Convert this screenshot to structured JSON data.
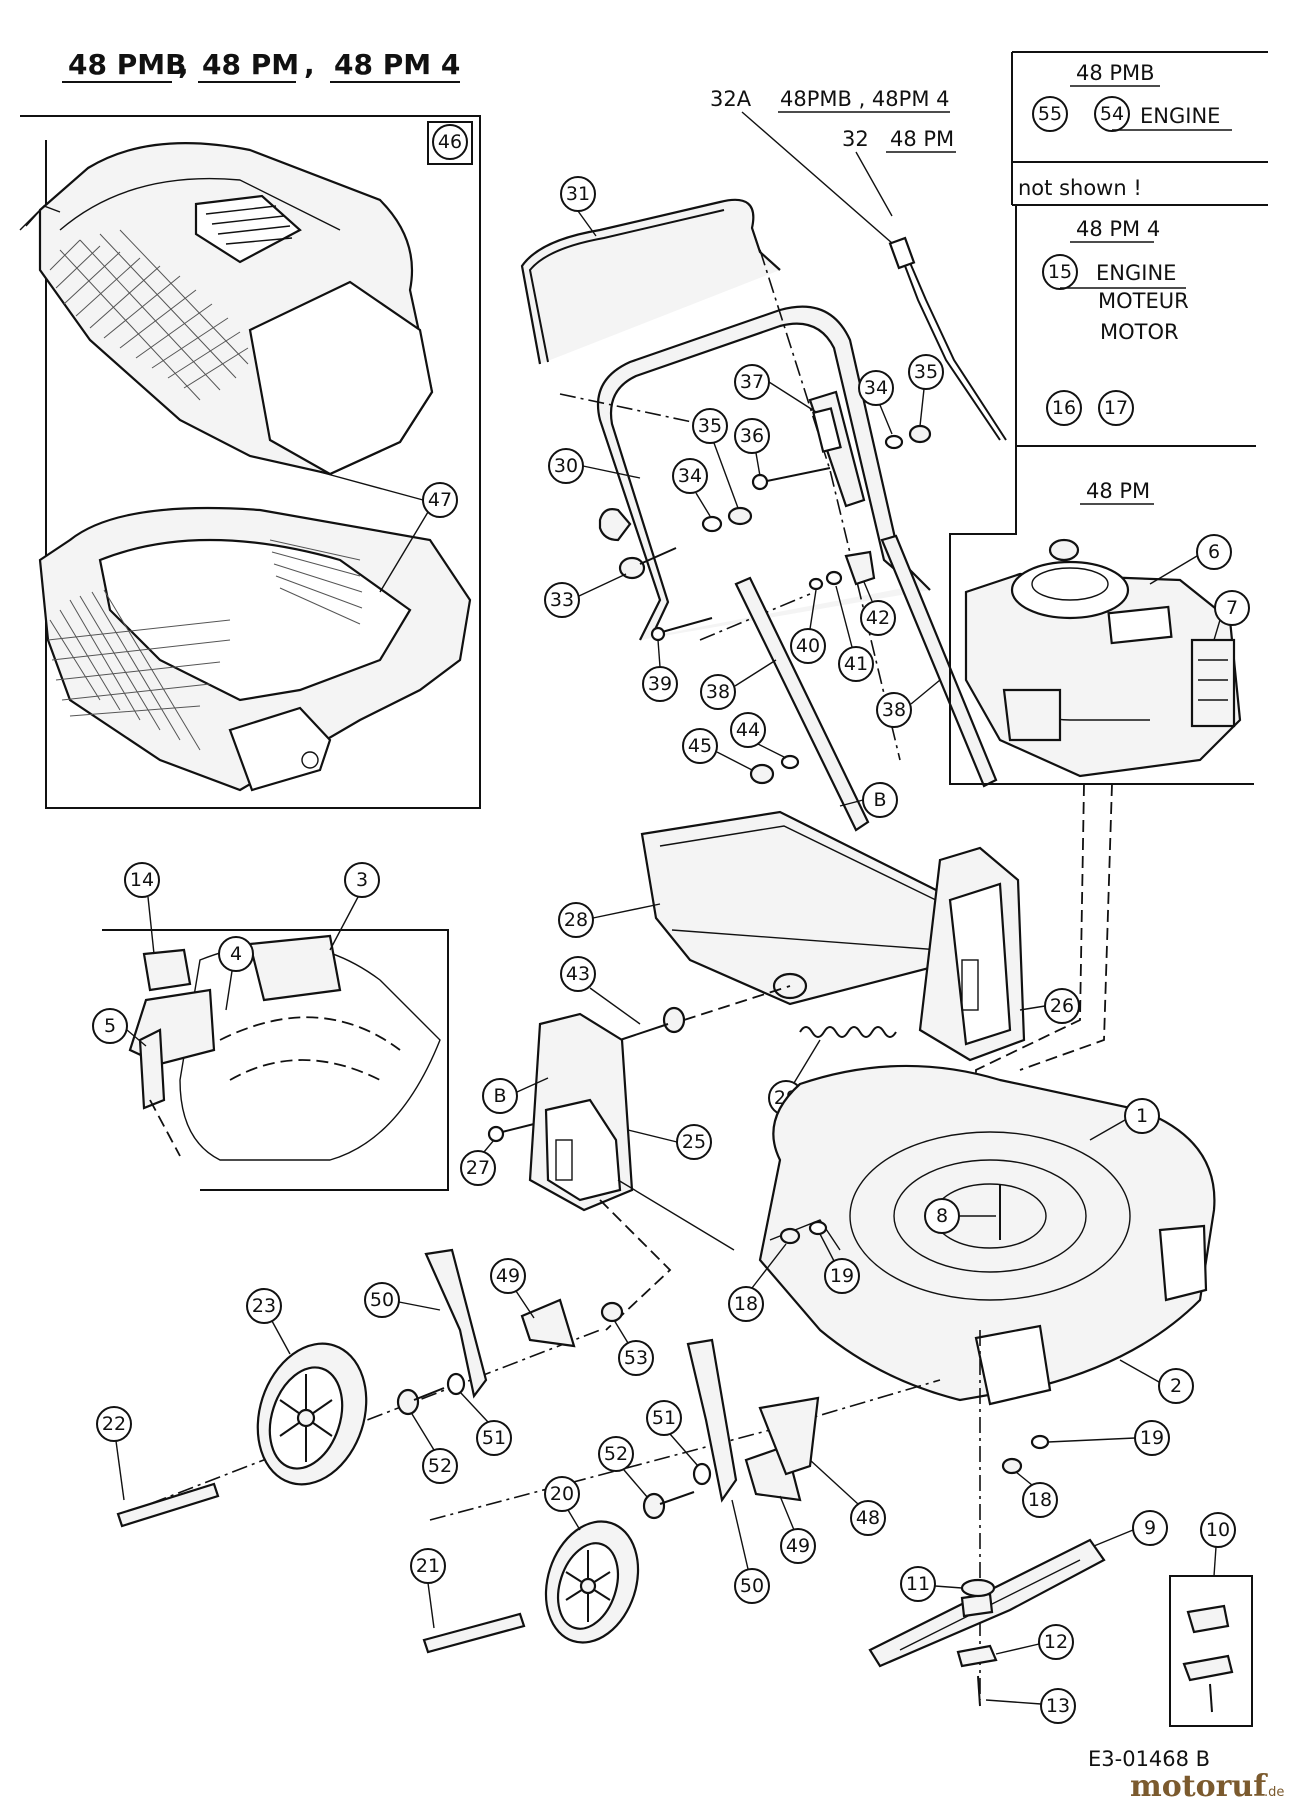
{
  "header": {
    "models": [
      "48 PMB",
      "48 PM",
      "48 PM 4"
    ],
    "separator": ","
  },
  "info_box": {
    "pmb_title": "48 PMB",
    "pmb_parts": [
      "55",
      "54"
    ],
    "pmb_engine": "ENGINE",
    "not_shown": "not shown !",
    "pm4_title": "48 PM 4",
    "pm4_engine_part": "15",
    "pm4_engine_lines": [
      "ENGINE",
      "MOTEUR",
      "MOTOR"
    ],
    "pm4_extra_parts": [
      "16",
      "17"
    ]
  },
  "engine_label": "48 PM",
  "cable_labels": {
    "c32a_num": "32A",
    "c32a_models": "48PMB , 48PM 4",
    "c32_num": "32",
    "c32_models": "48 PM"
  },
  "catcher_box_part": "46",
  "drawing_number": "E3-01468 B",
  "watermark": {
    "name": "motoruf",
    "suffix": ".de"
  },
  "callouts": {
    "p1": "1",
    "p2": "2",
    "p3": "3",
    "p4": "4",
    "p5": "5",
    "p6": "6",
    "p7": "7",
    "p8": "8",
    "p9": "9",
    "p10": "10",
    "p11": "11",
    "p12": "12",
    "p13": "13",
    "p14": "14",
    "p18a": "18",
    "p18b": "18",
    "p19a": "19",
    "p19b": "19",
    "p20": "20",
    "p21": "21",
    "p22": "22",
    "p23": "23",
    "p25": "25",
    "p26": "26",
    "p27": "27",
    "p28": "28",
    "p29": "29",
    "p30": "30",
    "p31": "31",
    "p33": "33",
    "p34a": "34",
    "p34b": "34",
    "p35a": "35",
    "p35b": "35",
    "p36": "36",
    "p37": "37",
    "p38a": "38",
    "p38b": "38",
    "p39": "39",
    "p40": "40",
    "p41": "41",
    "p42": "42",
    "p43": "43",
    "p44": "44",
    "p45": "45",
    "p47": "47",
    "p48": "48",
    "p49a": "49",
    "p49b": "49",
    "p50a": "50",
    "p50b": "50",
    "p51a": "51",
    "p51b": "51",
    "p52a": "52",
    "p52b": "52",
    "p53": "53",
    "pBa": "B",
    "pBb": "B"
  }
}
